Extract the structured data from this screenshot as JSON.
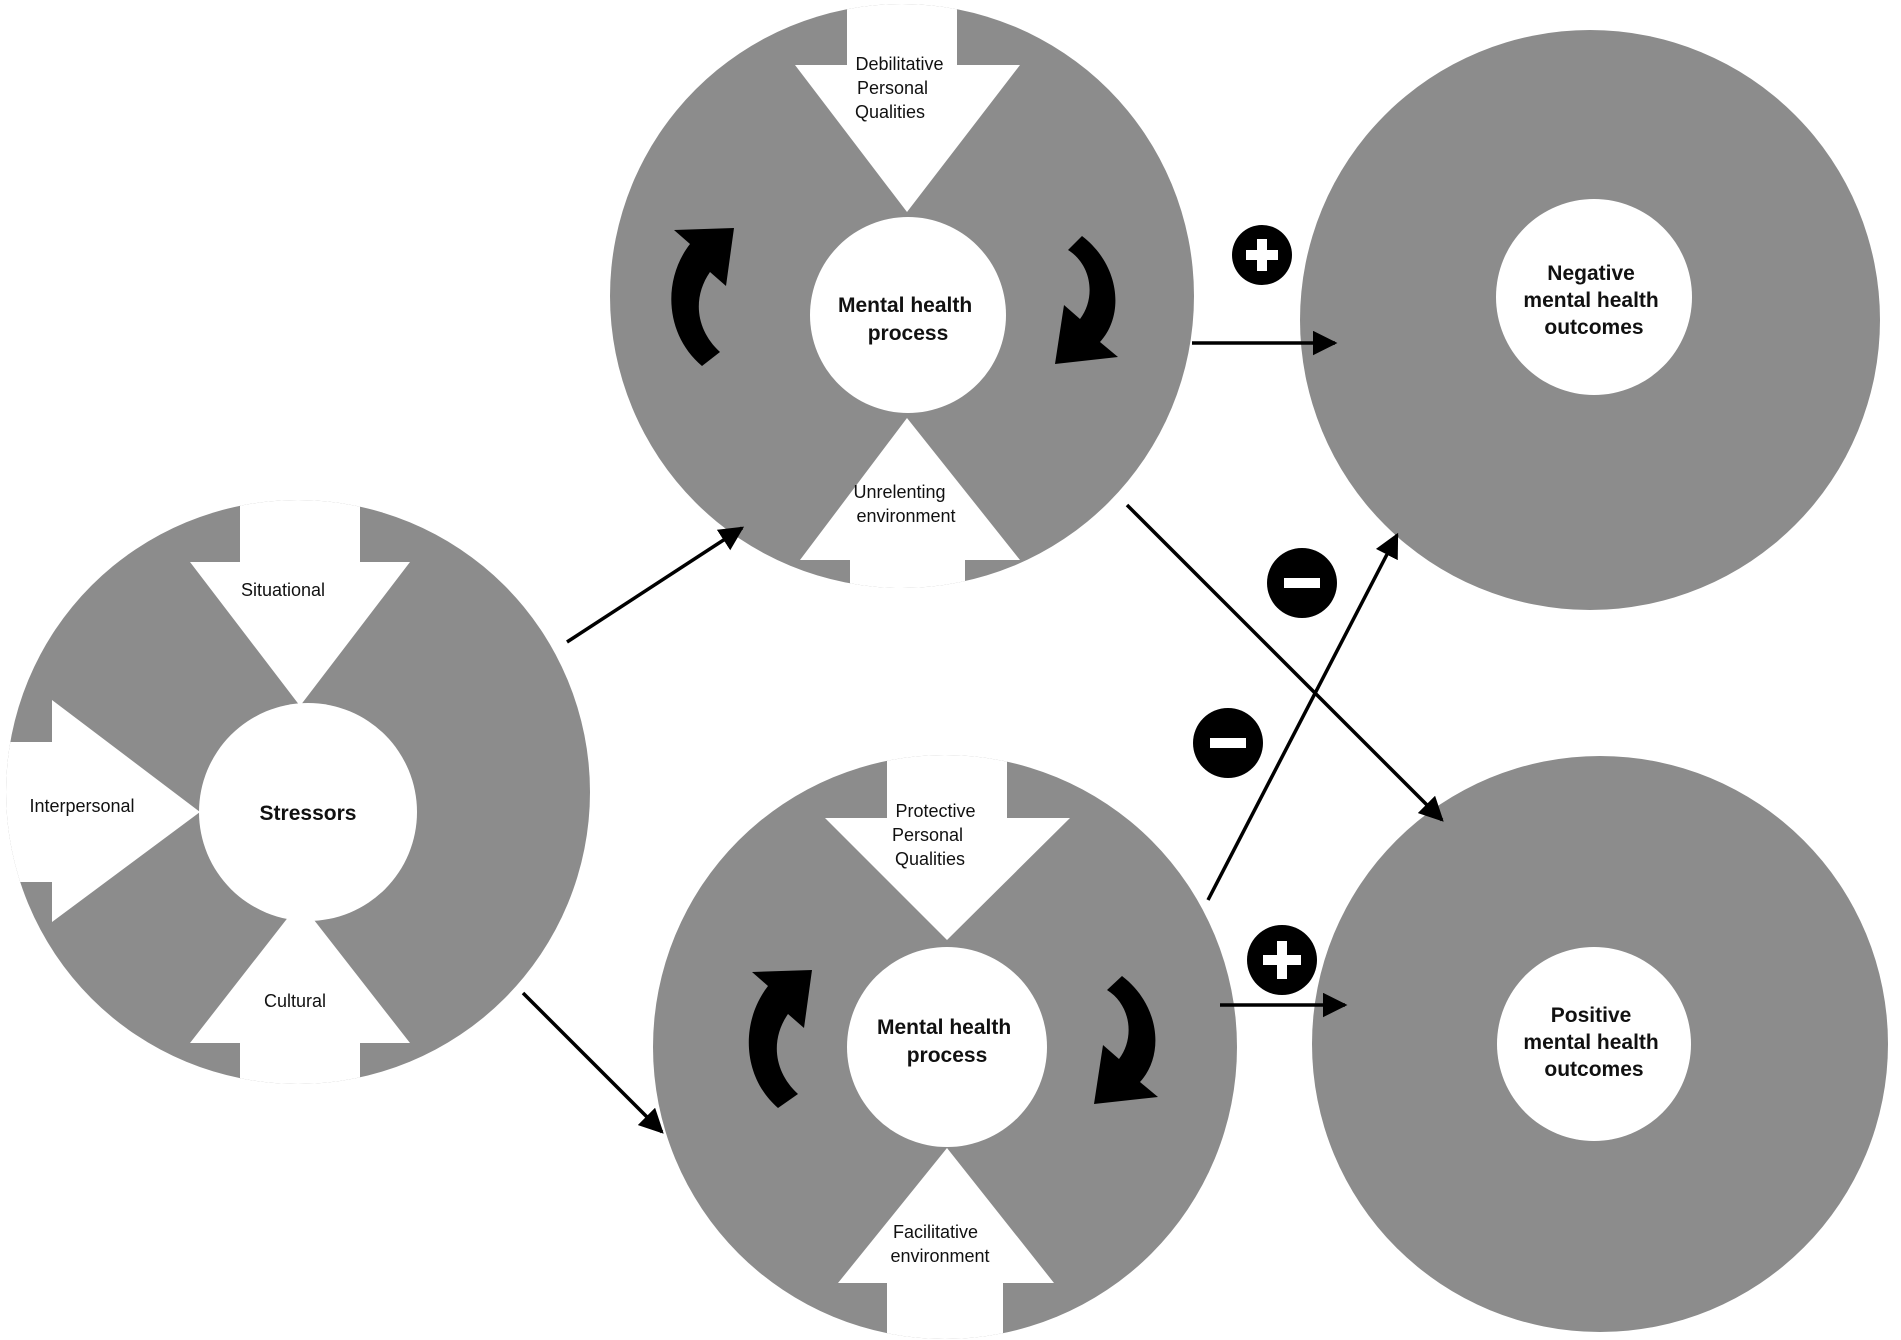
{
  "stressors": {
    "center": "Stressors",
    "arrows": {
      "top": "Situational",
      "left": "Interpersonal",
      "bottom": "Cultural"
    }
  },
  "process_negative": {
    "center": [
      "Mental health",
      "process"
    ],
    "arrows": {
      "top": [
        "Debilitative",
        "Personal",
        "Qualities"
      ],
      "bottom": [
        "Unrelenting",
        "environment"
      ]
    }
  },
  "process_positive": {
    "center": [
      "Mental health",
      "process"
    ],
    "arrows": {
      "top": [
        "Protective",
        "Personal",
        "Qualities"
      ],
      "bottom": [
        "Facilitative",
        "environment"
      ]
    }
  },
  "outcome_negative": {
    "center": [
      "Negative",
      "mental health",
      "outcomes"
    ]
  },
  "outcome_positive": {
    "center": [
      "Positive",
      "mental health",
      "outcomes"
    ]
  },
  "signs": {
    "top_to_negative": "plus",
    "top_to_positive": "minus",
    "bottom_to_negative": "minus",
    "bottom_to_positive": "plus"
  },
  "colors": {
    "circle_fill": "#8c8c8c",
    "inner_fill": "#ffffff",
    "arrow_fill": "#ffffff",
    "line_color": "#000000"
  }
}
